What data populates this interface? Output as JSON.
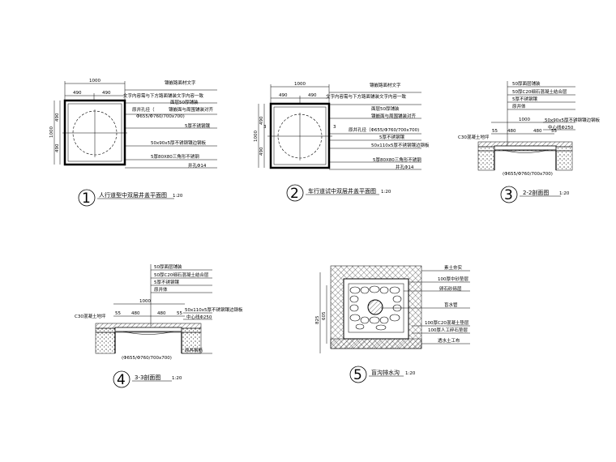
{
  "drawing_1": {
    "dims": {
      "total": "1000",
      "left": "490",
      "right": "490",
      "side": "1000",
      "side_a": "490",
      "side_b": "490"
    },
    "notes": [
      "镶嵌路面材文字",
      "文字内容需与下方路面铺装文字内容一致",
      "面层50厚铺装",
      "原井孔径（",
      "镶嵌面与周围铺装对齐",
      "Φ655/Φ760/700x700)",
      "5厚不锈钢镶",
      "50x90x5厚不锈钢镶边钢板",
      "5厚80X80三角形不锈钢",
      "井孔Φ14"
    ],
    "number": "1",
    "caption": "人行道型中双层井盖平面图",
    "scale": "1:20"
  },
  "drawing_2": {
    "dims": {
      "total": "1000",
      "left": "490",
      "right": "490",
      "side": "1000",
      "side_a": "490",
      "side_b": "490",
      "mark_left": "3",
      "mark_right": "3"
    },
    "notes": [
      "镶嵌路面材文字",
      "文字内容需与下方路面铺装文字内容一致",
      "面层50厚铺装",
      "原井孔径（Φ655/Φ760/700x700)",
      "5厚不锈钢镶",
      "镶嵌面与周围铺装对齐",
      "50x110x5厚不锈钢镶边钢板",
      "5厚80X80三角形不锈钢",
      "井孔Φ14"
    ],
    "number": "2",
    "caption": "车行道试中双层井盖平面图",
    "scale": "1:20"
  },
  "drawing_3": {
    "notes": [
      "50厚面层铺装",
      "50厚C20细石混凝土结合层",
      "5厚不锈钢镶",
      "原井体",
      "50x90x5厚不锈钢镶边钢板",
      "中心线Φ250"
    ],
    "dims": {
      "total": "1000",
      "left": "480",
      "right": "480",
      "side_a": "55",
      "side_b": "55",
      "base": "(Φ655/Φ760/700x700)"
    },
    "ground": "C30混凝土地坪",
    "number": "3",
    "caption": "2-2剖面图",
    "scale": "1:20"
  },
  "drawing_4": {
    "notes": [
      "50厚面层铺装",
      "50厚C20细石混凝土结合层",
      "5厚不锈钢镶",
      "原井体",
      "50x110x5厚不锈钢镶边钢板",
      "中心线Φ250"
    ],
    "dims": {
      "total": "1000",
      "left": "480",
      "right": "480",
      "side_a": "55",
      "side_b": "55",
      "base": "(Φ655/Φ760/700x700)"
    },
    "ground": "C30混凝土地坪",
    "base_note": "原井钢筋",
    "number": "4",
    "caption": "3-3剖面图",
    "scale": "1:20"
  },
  "drawing_5": {
    "notes": [
      "素土夯实",
      "100厚中砂垫层",
      "卵石砂砾层",
      "盲水管",
      "100厚C20混凝土垫层",
      "100厚人工碎石垫层",
      "透水土工布"
    ],
    "dims": {
      "total": "825",
      "upper": "605"
    },
    "number": "5",
    "caption": "盲沟排水沟",
    "scale": "1:20"
  }
}
